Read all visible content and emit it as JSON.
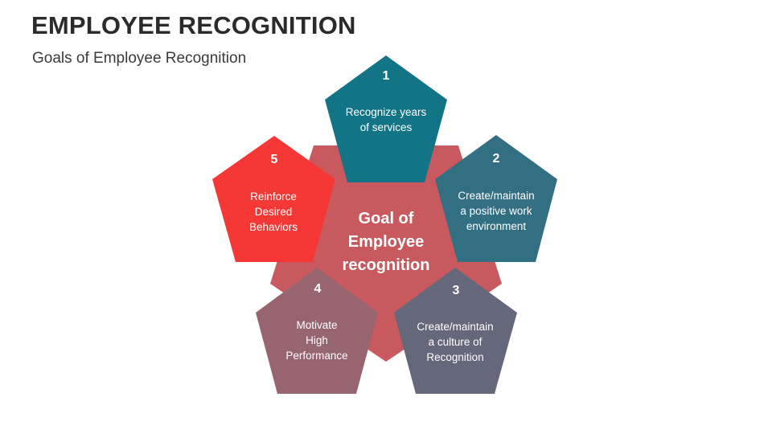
{
  "header": {
    "title": "EMPLOYEE RECOGNITION",
    "subtitle": "Goals of Employee Recognition"
  },
  "center": {
    "line1": "Goal of",
    "line2": "Employee",
    "line3": "recognition",
    "color": "#c85a5f"
  },
  "goals": [
    {
      "number": "1",
      "line1": "Recognize years",
      "line2": "of services",
      "line3": "",
      "color": "#127485"
    },
    {
      "number": "2",
      "line1": "Create/maintain",
      "line2": "a positive work",
      "line3": "environment",
      "color": "#336f83"
    },
    {
      "number": "3",
      "line1": "Create/maintain",
      "line2": "a culture of",
      "line3": "Recognition",
      "color": "#65687a"
    },
    {
      "number": "4",
      "line1": "Motivate",
      "line2": "High",
      "line3": "Performance",
      "color": "#976570"
    },
    {
      "number": "5",
      "line1": "Reinforce",
      "line2": "Desired",
      "line3": "Behaviors",
      "color": "#f53836"
    }
  ]
}
